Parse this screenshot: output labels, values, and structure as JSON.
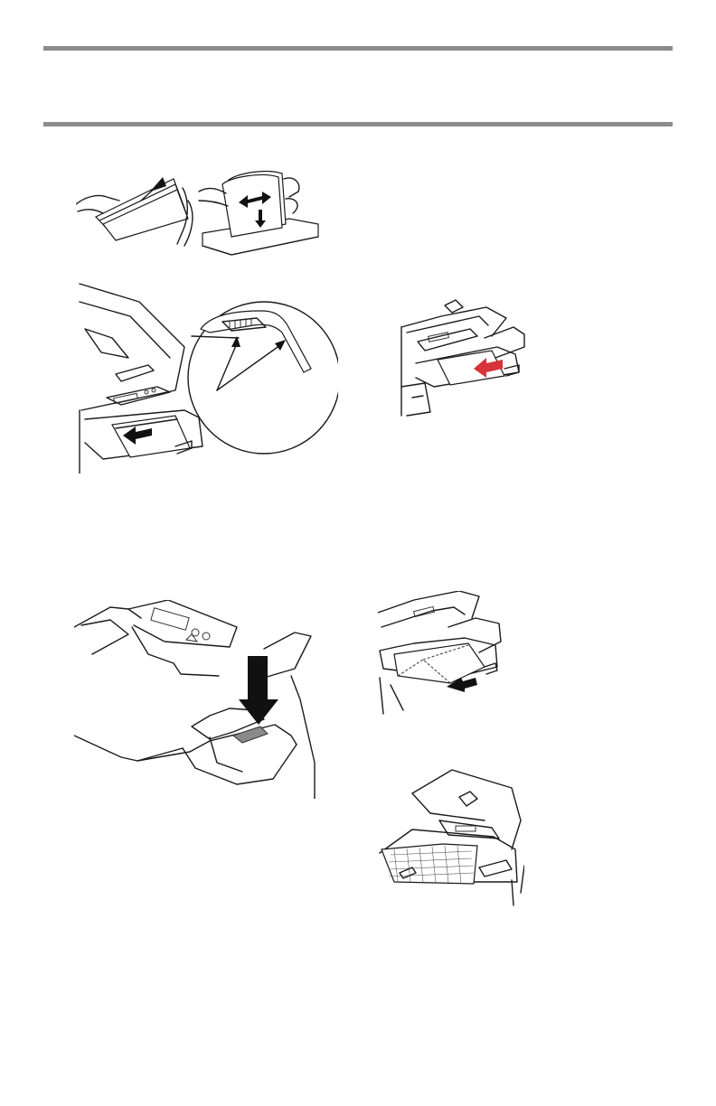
{
  "page": {
    "background": "#ffffff",
    "rule_color": "#8c8c8c"
  },
  "figures": [
    {
      "id": "fan-paper",
      "icon": "hands-fanning-paper-stack"
    },
    {
      "id": "adjust-guides",
      "icon": "printer-mp-tray-with-guide-tabs-inset"
    },
    {
      "id": "insert-paper-red",
      "icon": "printer-inserting-paper-red-arrow"
    },
    {
      "id": "press-set-lever",
      "icon": "tray-set-button-down-arrow"
    },
    {
      "id": "envelope-insert",
      "icon": "printer-inserting-envelope"
    },
    {
      "id": "labels-tray",
      "icon": "printer-labels-sheet-in-tray"
    }
  ],
  "colors": {
    "arrow_dark": "#111111",
    "arrow_red": "#d8323a"
  }
}
